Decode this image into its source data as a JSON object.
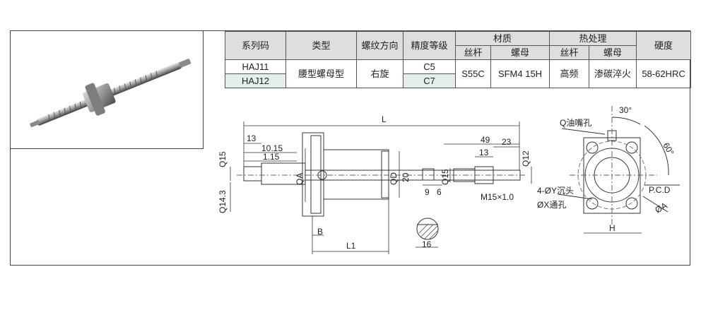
{
  "table": {
    "headers": {
      "series_code": "系列码",
      "type": "类型",
      "thread_direction": "螺纹方向",
      "accuracy_grade": "精度等级",
      "material": "材质",
      "material_screw": "丝杆",
      "material_nut": "螺母",
      "heat_treatment": "热处理",
      "heat_screw": "丝杆",
      "heat_nut": "螺母",
      "hardness": "硬度"
    },
    "rows": [
      {
        "code": "HAJ11",
        "grade": "C5"
      },
      {
        "code": "HAJ12",
        "grade": "C7"
      }
    ],
    "shared": {
      "type": "腰型螺母型",
      "direction": "右旋",
      "mat_screw": "S55C",
      "mat_nut": "SFM4 15H",
      "heat_screw": "高频",
      "heat_nut": "渗碳淬火",
      "hardness": "58-62HRC"
    }
  },
  "drawing": {
    "dim_L": "L",
    "dim_13": "13",
    "dim_10_15": "10.15",
    "dim_1_15": "1.15",
    "dim_q15_left": "Q15",
    "dim_q14_3": "Q14.3",
    "dim_QA": "QA",
    "dim_QD": "QD",
    "dim_20": "20",
    "dim_B": "B",
    "dim_L1": "L1",
    "dim_49": "49",
    "dim_13b": "13",
    "dim_23": "23",
    "dim_q15_right": "Q15",
    "dim_q12": "Q12",
    "dim_9": "9",
    "dim_6": "6",
    "dim_m15": "M15×1.0",
    "dim_16": "16",
    "oil_hole": "Q油嘴孔",
    "angle_30": "30°",
    "angle_60": "60°",
    "counterbore": "4-ØY沉头",
    "through_hole": "ØX通孔",
    "pcd": "P.C.D",
    "dia_A": "ØA",
    "dim_H": "H"
  }
}
